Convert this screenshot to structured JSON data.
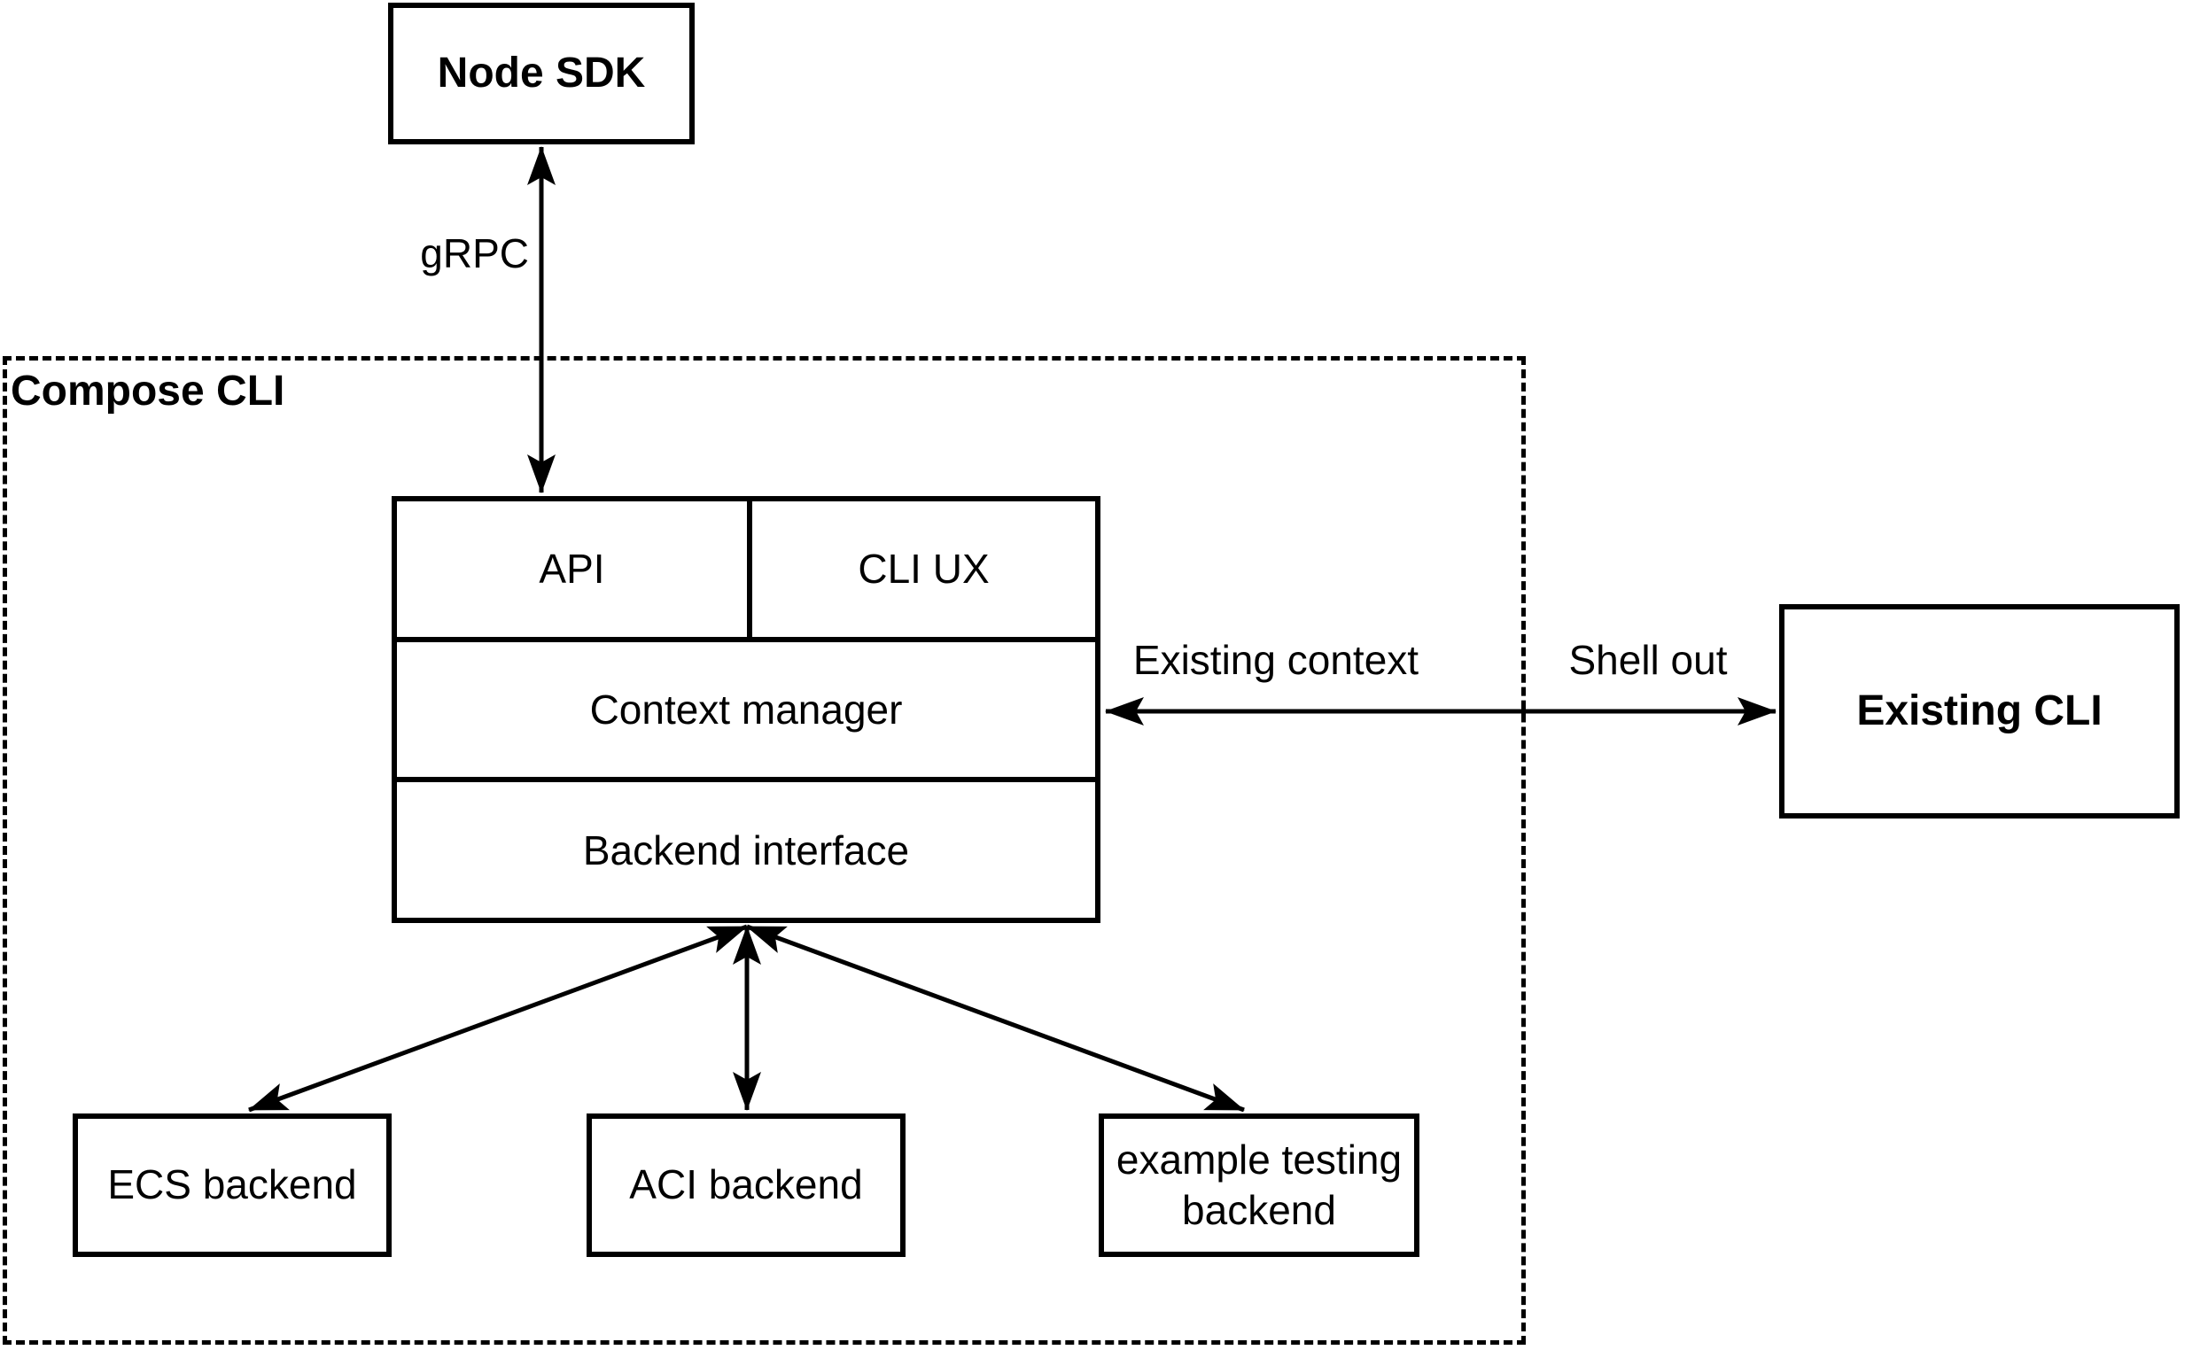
{
  "diagram_type": "architecture-diagram",
  "colors": {
    "background": "#ffffff",
    "line": "#000000",
    "text": "#000000"
  },
  "nodes": {
    "node_sdk": {
      "label": "Node SDK",
      "style": "bold"
    },
    "compose_cli_container": {
      "label": "Compose CLI",
      "style": "bold, dashed container"
    },
    "api": {
      "label": "API"
    },
    "cli_ux": {
      "label": "CLI UX"
    },
    "context_manager": {
      "label": "Context manager"
    },
    "backend_interface": {
      "label": "Backend interface"
    },
    "existing_cli": {
      "label": "Existing CLI",
      "style": "bold"
    },
    "ecs_backend": {
      "label": "ECS backend"
    },
    "aci_backend": {
      "label": "ACI backend"
    },
    "example_testing_backend": {
      "label": "example testing backend"
    }
  },
  "edges": {
    "grpc": {
      "label": "gRPC",
      "from": "node_sdk",
      "to": "api",
      "direction": "bidirectional"
    },
    "context_to_existing_cli": {
      "labels": [
        "Existing context",
        "Shell out"
      ],
      "from": "context_manager",
      "to": "existing_cli",
      "direction": "bidirectional"
    },
    "backend_to_ecs": {
      "from": "backend_interface",
      "to": "ecs_backend",
      "direction": "bidirectional"
    },
    "backend_to_aci": {
      "from": "backend_interface",
      "to": "aci_backend",
      "direction": "bidirectional"
    },
    "backend_to_example": {
      "from": "backend_interface",
      "to": "example_testing_backend",
      "direction": "bidirectional"
    }
  }
}
